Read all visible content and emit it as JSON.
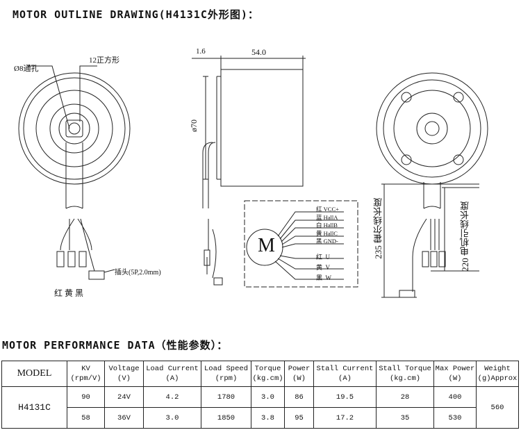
{
  "outline_title": "MOTOR OUTLINE DRAWING(H4131C外形图)：",
  "front_view": {
    "hole_label": "Ø8通孔",
    "square_label": "12正方形"
  },
  "side_view": {
    "dim_flange": "1.6",
    "dim_length": "54.0",
    "dim_diameter": "ø70"
  },
  "connector_label": "插头(5P,2.0mm)",
  "phase_wire_colors": "红 黄 黑",
  "wiring": {
    "motor_symbol": "M",
    "hall_wires": [
      {
        "color": "红",
        "signal": "VCC+"
      },
      {
        "color": "蓝",
        "signal": "HallA"
      },
      {
        "color": "白",
        "signal": "HallB"
      },
      {
        "color": "黄",
        "signal": "HallC"
      },
      {
        "color": "黑",
        "signal": "GND-"
      }
    ],
    "phase_wires": [
      {
        "color": "红",
        "signal": "U"
      },
      {
        "color": "黄",
        "signal": "V"
      },
      {
        "color": "黑",
        "signal": "W"
      }
    ]
  },
  "rear_view": {
    "hall_len": "235",
    "hall_len_label": "霍尔线长度",
    "lead_len": "220",
    "lead_len_label": "电机引线长度"
  },
  "performance_title": "MOTOR PERFORMANCE DATA（性能参数）：",
  "table": {
    "headers": [
      [
        "MODEL",
        ""
      ],
      [
        "KV",
        "(rpm/V)"
      ],
      [
        "Voltage",
        "(V)"
      ],
      [
        "Load Current",
        "(A)"
      ],
      [
        "Load Speed",
        "(rpm)"
      ],
      [
        "Torque",
        "(kg.cm)"
      ],
      [
        "Power",
        "(W)"
      ],
      [
        "Stall Current",
        "(A)"
      ],
      [
        "Stall Torque",
        "(kg.cm)"
      ],
      [
        "Max Power",
        "(W)"
      ],
      [
        "Weight",
        "(g)Approx"
      ]
    ],
    "model": "H4131C",
    "weight": "560",
    "rows": [
      [
        "90",
        "24V",
        "4.2",
        "1780",
        "3.0",
        "86",
        "19.5",
        "28",
        "400"
      ],
      [
        "58",
        "36V",
        "3.0",
        "1850",
        "3.8",
        "95",
        "17.2",
        "35",
        "530"
      ]
    ]
  }
}
